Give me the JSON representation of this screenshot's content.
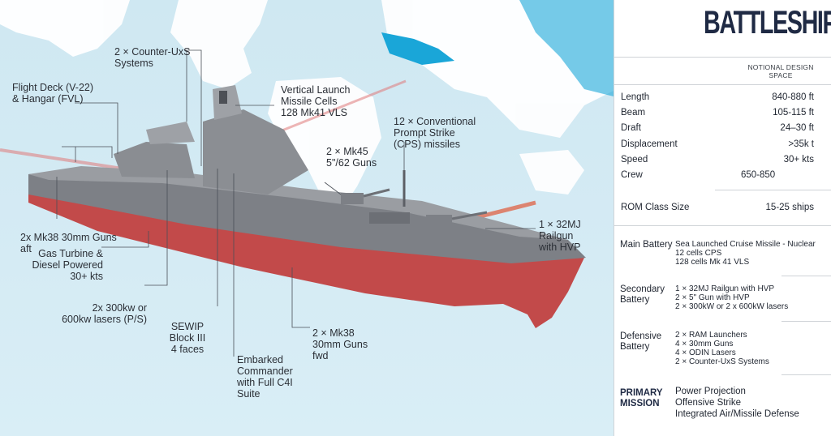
{
  "title": "BATTLESHIP",
  "subtitle": "NOTIONAL DESIGN SPACE",
  "specs": [
    {
      "label": "Length",
      "value": "840-880 ft"
    },
    {
      "label": "Beam",
      "value": "105-115 ft"
    },
    {
      "label": "Draft",
      "value": "24–30 ft"
    },
    {
      "label": "Displacement",
      "value": ">35k t"
    },
    {
      "label": "Speed",
      "value": "30+ kts"
    },
    {
      "label": "Crew",
      "value": "650-850"
    }
  ],
  "rom": {
    "label": "ROM Class Size",
    "value": "15-25 ships"
  },
  "main_battery": {
    "label": "Main Battery",
    "items": [
      "Sea Launched Cruise Missile - Nuclear",
      "12 cells CPS",
      "128 cells Mk 41 VLS"
    ]
  },
  "secondary_battery": {
    "label": "Secondary\nBattery",
    "items": [
      "1 × 32MJ Railgun with HVP",
      "2 × 5\" Gun with HVP",
      "2 × 300kW or 2 x 600kW lasers"
    ]
  },
  "defensive_battery": {
    "label": "Defensive\nBattery",
    "items": [
      "2 × RAM Launchers",
      "4 × 30mm Guns",
      "4 × ODIN Lasers",
      "2 × Counter-UxS Systems"
    ]
  },
  "primary_mission": {
    "label": "PRIMARY\nMISSION",
    "items": [
      "Power Projection",
      "Offensive Strike",
      "Integrated Air/Missile Defense"
    ]
  },
  "callouts": {
    "counter_uxs": "2 × Counter-UxS\nSystems",
    "flight_deck": "Flight Deck (V-22)\n& Hangar (FVL)",
    "vls": "Vertical Launch\nMissile Cells\n128 Mk41 VLS",
    "cps": "12 × Conventional\nPrompt Strike\n(CPS) missiles",
    "mk45": "2 × Mk45\n5\"/62 Guns",
    "railgun": "1 × 32MJ Railgun\nwith HVP",
    "mk38_aft": "2x Mk38 30mm Guns\naft",
    "gas_turbine": "Gas Turbine &\nDiesel Powered\n30+ kts",
    "lasers": "2x 300kw or\n600kw lasers (P/S)",
    "sewip": "SEWIP\nBlock III\n4 faces",
    "commander": "Embarked\nCommander\nwith Full C4I\nSuite",
    "mk38_fwd": "2 × Mk38\n30mm Guns\nfwd"
  },
  "colors": {
    "title": "#1f2a44",
    "hull": "#c24a4a",
    "superstructure": "#8a8d92",
    "ocean": "#d3eaf3",
    "highlight": "#1aa6d8"
  }
}
